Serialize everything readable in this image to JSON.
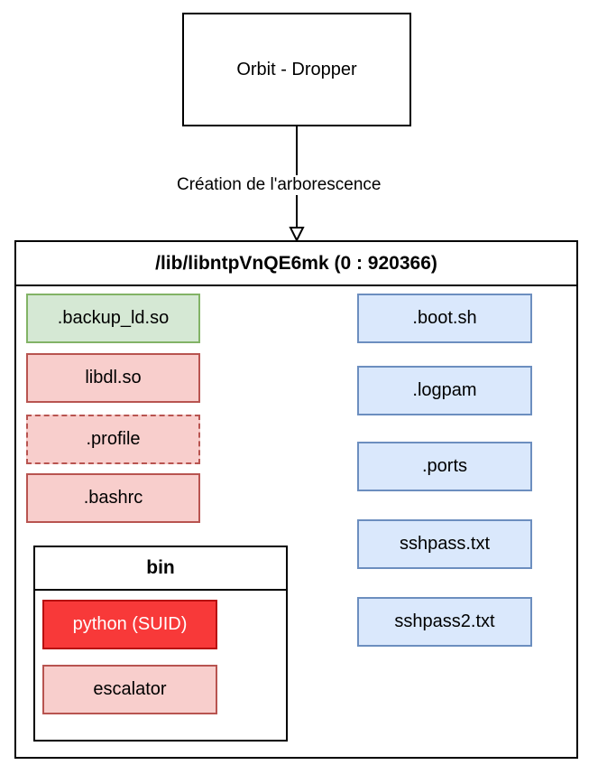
{
  "dropper": {
    "label": "Orbit - Dropper"
  },
  "edge": {
    "label": "Création de l'arborescence"
  },
  "container": {
    "title": "/lib/libntpVnQE6mk (0 : 920366)",
    "left_files": [
      ".backup_ld.so",
      "libdl.so",
      ".profile",
      ".bashrc"
    ],
    "right_files": [
      ".boot.sh",
      ".logpam",
      ".ports",
      "sshpass.txt",
      "sshpass2.txt"
    ],
    "bin": {
      "title": "bin",
      "items": [
        "python (SUID)",
        "escalator"
      ]
    }
  },
  "colors": {
    "green_fill": "#d5e8d4",
    "green_stroke": "#82b366",
    "red_fill": "#f8cecc",
    "red_stroke": "#b85450",
    "blue_fill": "#dae8fc",
    "blue_stroke": "#6c8ebf",
    "alert_fill": "#f83939",
    "alert_stroke": "#b80f0f"
  }
}
